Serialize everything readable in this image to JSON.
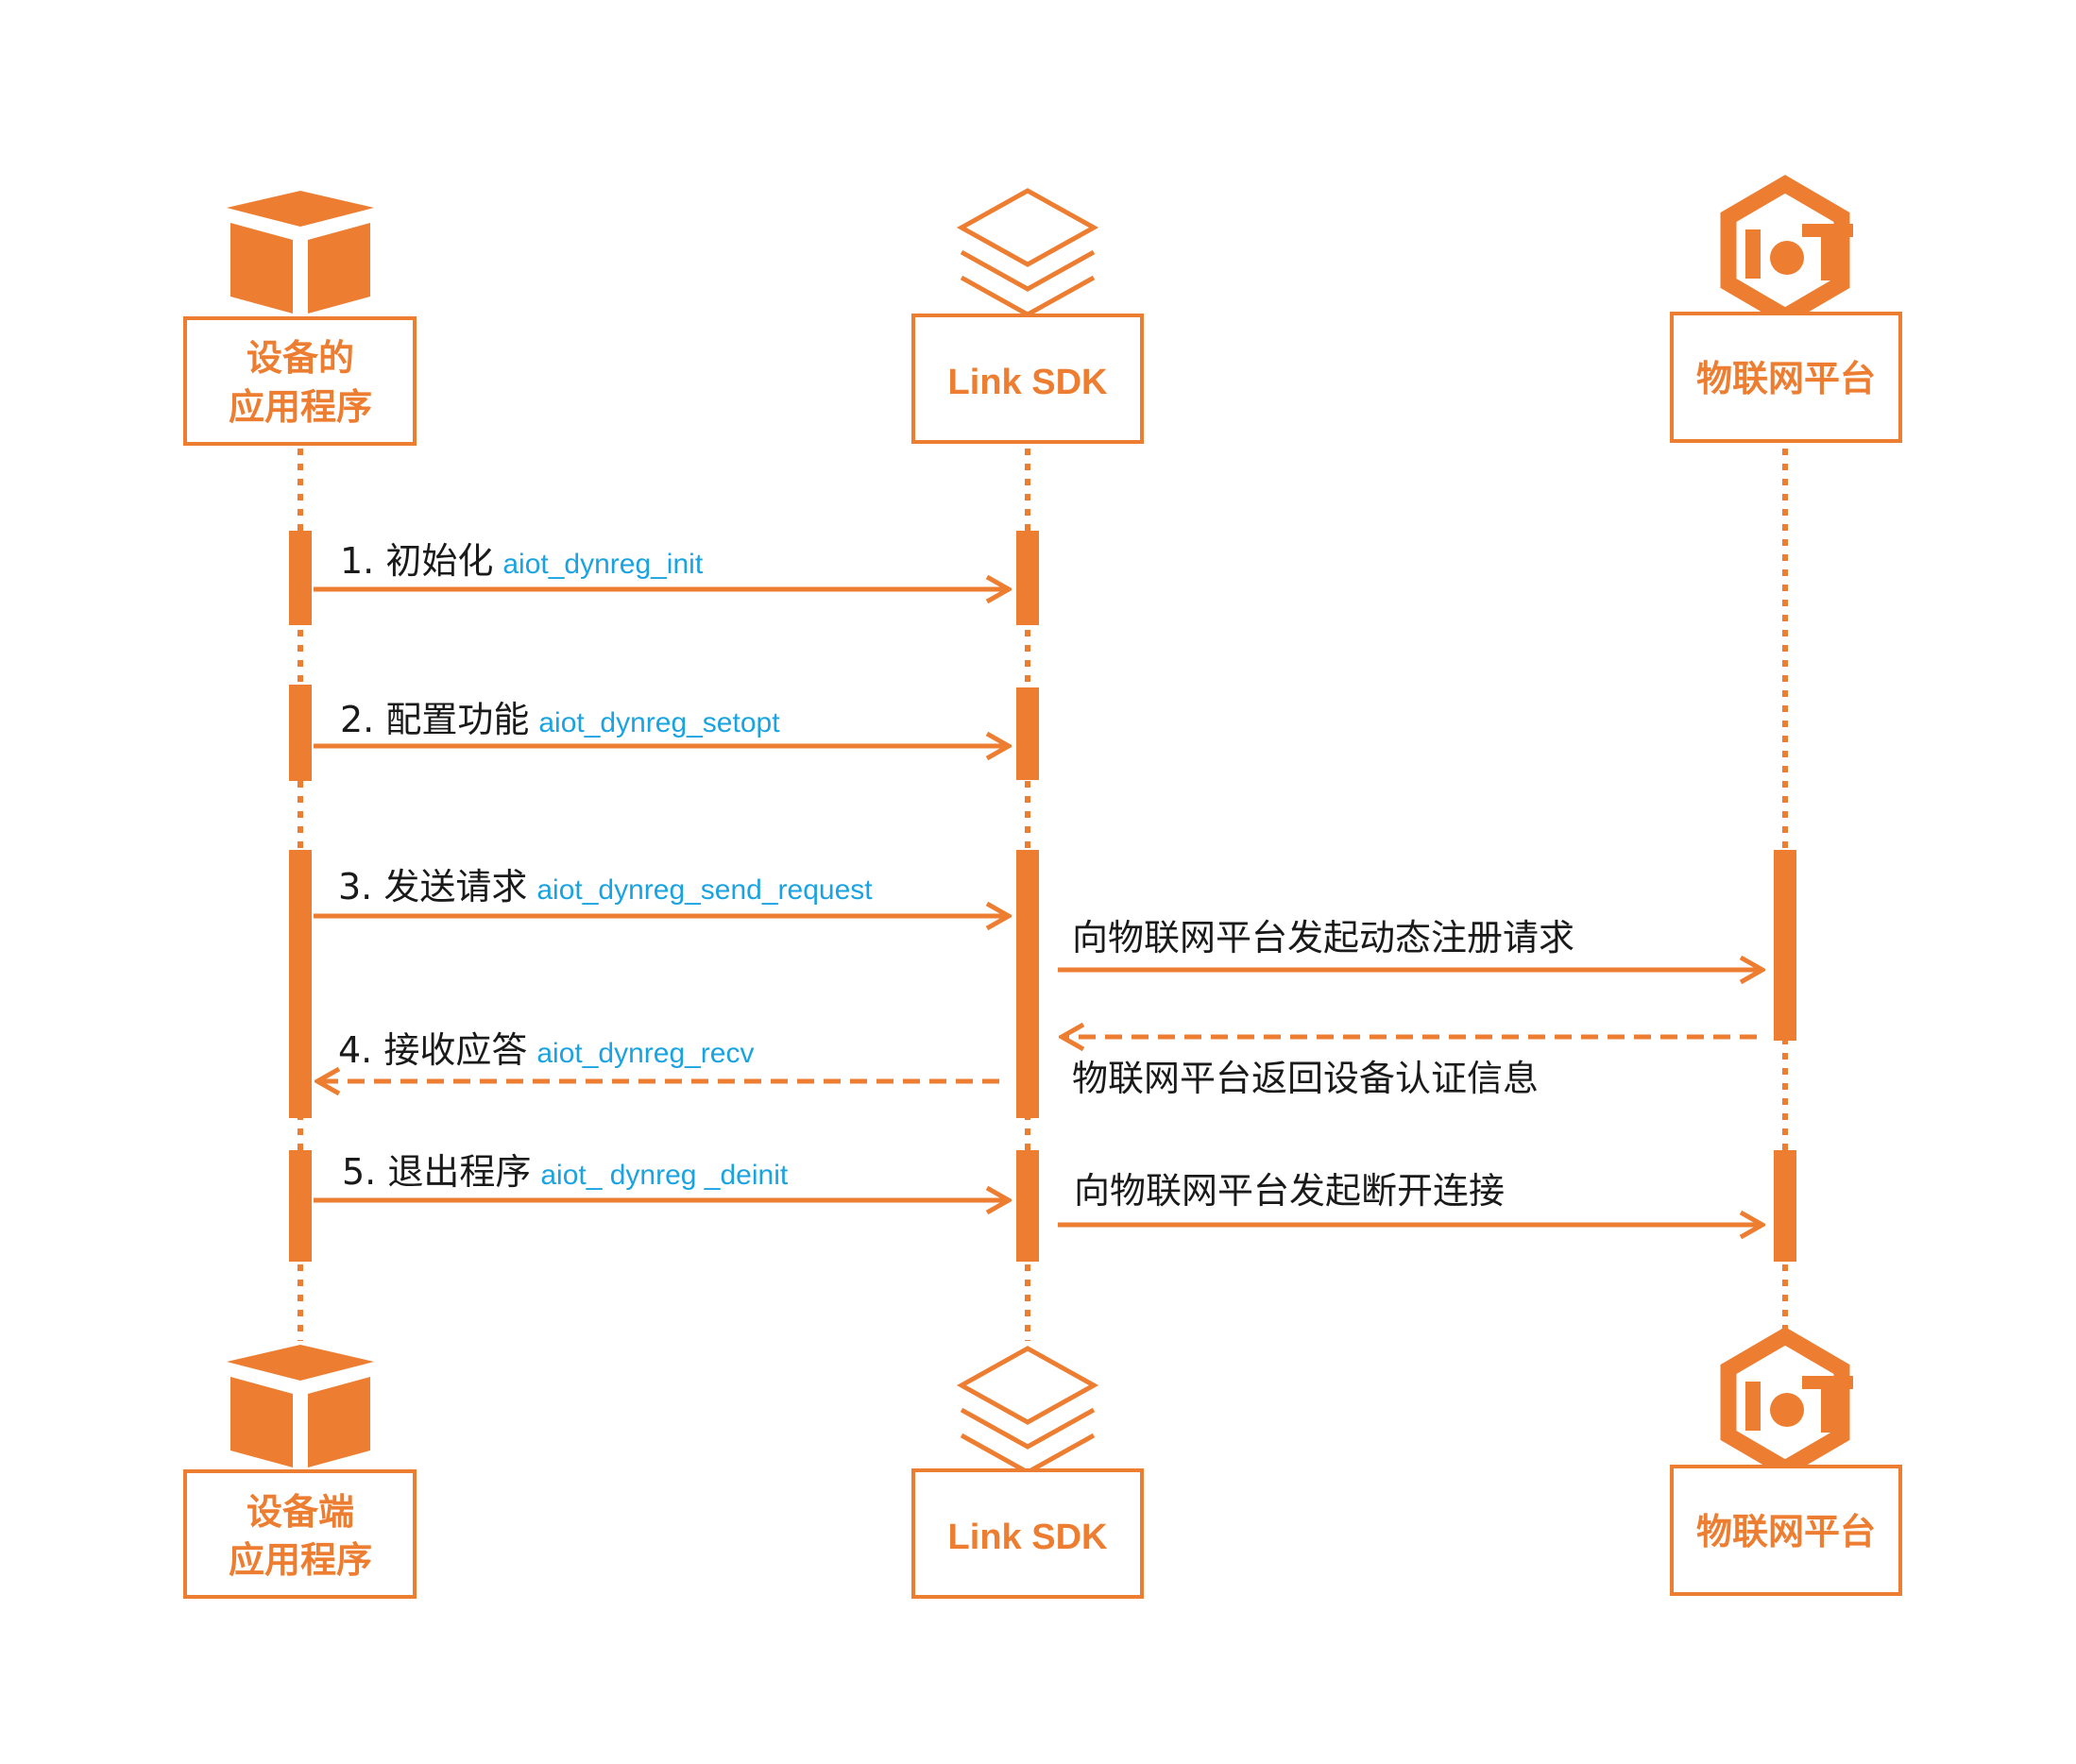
{
  "colors": {
    "accent": "#ED7D31",
    "api": "#1AA3E0",
    "text": "#1a1a1a"
  },
  "participants": [
    {
      "id": "app",
      "icon": "box-icon",
      "top_label": [
        "设备的",
        "应用程序"
      ],
      "bottom_label": [
        "设备端",
        "应用程序"
      ]
    },
    {
      "id": "sdk",
      "icon": "layers-icon",
      "top_label": [
        "Link SDK"
      ],
      "bottom_label": [
        "Link SDK"
      ]
    },
    {
      "id": "iot",
      "icon": "iot-hexagon-icon",
      "top_label": [
        "物联网平台"
      ],
      "bottom_label": [
        "物联网平台"
      ]
    }
  ],
  "messages": [
    {
      "id": "m1",
      "from": "app",
      "to": "sdk",
      "style": "solid",
      "label": "1. 初始化",
      "api": "aiot_dynreg_init"
    },
    {
      "id": "m2",
      "from": "app",
      "to": "sdk",
      "style": "solid",
      "label": "2. 配置功能",
      "api": "aiot_dynreg_setopt"
    },
    {
      "id": "m3",
      "from": "app",
      "to": "sdk",
      "style": "solid",
      "label": "3. 发送请求",
      "api": "aiot_dynreg_send_request"
    },
    {
      "id": "m3b",
      "from": "sdk",
      "to": "iot",
      "style": "solid",
      "label": "向物联网平台发起动态注册请求",
      "api": ""
    },
    {
      "id": "m3c",
      "from": "iot",
      "to": "sdk",
      "style": "dashed",
      "label": "物联网平台返回设备认证信息",
      "api": ""
    },
    {
      "id": "m4",
      "from": "sdk",
      "to": "app",
      "style": "dashed",
      "label": "4. 接收应答",
      "api": "aiot_dynreg_recv"
    },
    {
      "id": "m5",
      "from": "app",
      "to": "sdk",
      "style": "solid",
      "label": "5. 退出程序",
      "api": "aiot_ dynreg _deinit"
    },
    {
      "id": "m5b",
      "from": "sdk",
      "to": "iot",
      "style": "solid",
      "label": "向物联网平台发起断开连接",
      "api": ""
    }
  ]
}
